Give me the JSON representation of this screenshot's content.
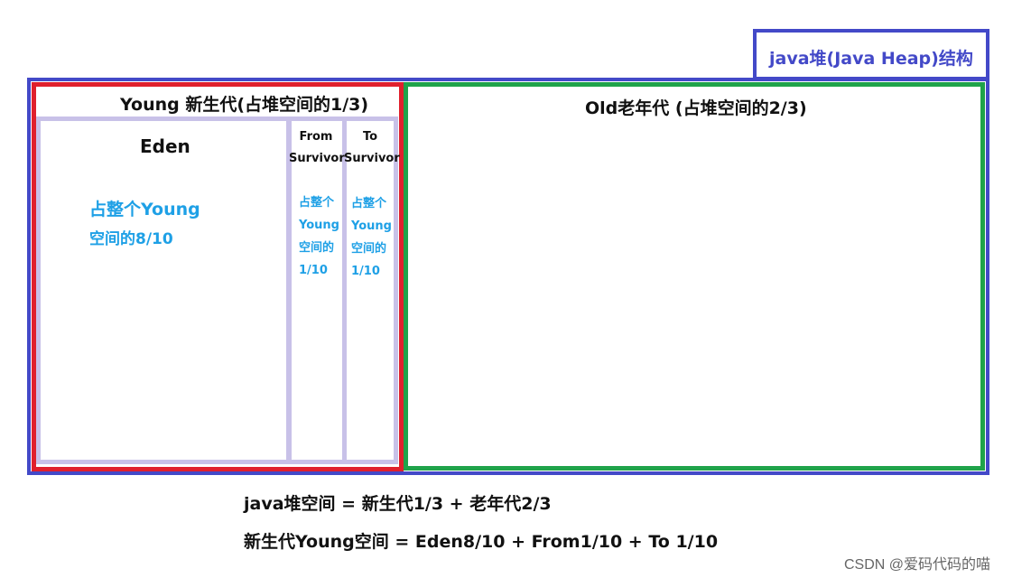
{
  "title": "java堆(Java Heap)结构",
  "young": {
    "title": "Young 新生代(占堆空间的1/3)",
    "eden": {
      "title": "Eden",
      "desc_line1": "占整个Young",
      "desc_line2": "空间的8/10"
    },
    "from": {
      "head_line1": "From",
      "head_line2": "Survivor",
      "desc_lines": [
        "占整个",
        "Young",
        "空间的",
        "1/10"
      ]
    },
    "to": {
      "head_line1": "To",
      "head_line2": "Survivor",
      "desc_lines": [
        "占整个",
        "Young",
        "空间的",
        "1/10"
      ]
    }
  },
  "old": {
    "title": "Old老年代 (占堆空间的2/3)"
  },
  "formulas": {
    "line1": "java堆空间 = 新生代1/3 + 老年代2/3",
    "line2": "新生代Young空间 = Eden8/10 + From1/10  + To 1/10"
  },
  "watermark": "CSDN @爱码代码的喵",
  "colors": {
    "heap_border": "#4349c8",
    "young_border": "#e0202d",
    "old_border": "#1fa34a",
    "region_border": "#c8c1e8",
    "desc_text": "#1ea0e6"
  }
}
